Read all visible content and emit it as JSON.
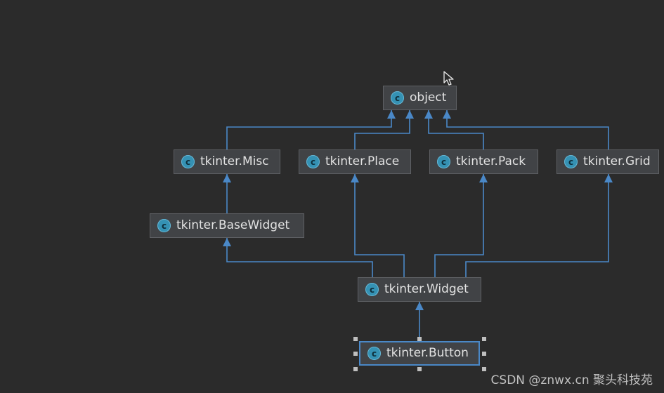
{
  "diagram": {
    "nodes": [
      {
        "id": "object",
        "label": "object",
        "icon": "class-icon",
        "icon_glyph": "c"
      },
      {
        "id": "misc",
        "label": "tkinter.Misc",
        "icon": "class-icon",
        "icon_glyph": "c"
      },
      {
        "id": "place",
        "label": "tkinter.Place",
        "icon": "class-icon",
        "icon_glyph": "c"
      },
      {
        "id": "pack",
        "label": "tkinter.Pack",
        "icon": "class-icon",
        "icon_glyph": "c"
      },
      {
        "id": "grid",
        "label": "tkinter.Grid",
        "icon": "class-icon",
        "icon_glyph": "c"
      },
      {
        "id": "basewidget",
        "label": "tkinter.BaseWidget",
        "icon": "class-icon",
        "icon_glyph": "c"
      },
      {
        "id": "widget",
        "label": "tkinter.Widget",
        "icon": "class-icon",
        "icon_glyph": "c"
      },
      {
        "id": "button",
        "label": "tkinter.Button",
        "icon": "class-icon",
        "icon_glyph": "c",
        "selected": true
      }
    ],
    "edges": [
      {
        "from": "misc",
        "to": "object"
      },
      {
        "from": "place",
        "to": "object"
      },
      {
        "from": "pack",
        "to": "object"
      },
      {
        "from": "grid",
        "to": "object"
      },
      {
        "from": "basewidget",
        "to": "misc"
      },
      {
        "from": "widget",
        "to": "basewidget"
      },
      {
        "from": "widget",
        "to": "place"
      },
      {
        "from": "widget",
        "to": "pack"
      },
      {
        "from": "widget",
        "to": "grid"
      },
      {
        "from": "button",
        "to": "widget"
      }
    ],
    "colors": {
      "background": "#2b2b2b",
      "edge": "#4a88c7",
      "node_fill": "#414346",
      "node_border": "#5e6064",
      "icon": "#3592b4"
    }
  },
  "watermark": "CSDN @znwx.cn 聚头科技苑"
}
